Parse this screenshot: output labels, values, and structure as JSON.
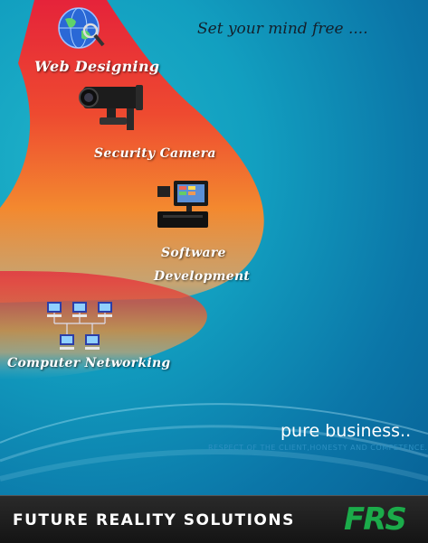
{
  "tagline": "Set your mind free ....",
  "services": [
    {
      "label": "Web Designing",
      "icon": "globe-icon"
    },
    {
      "label": "Security Camera",
      "icon": "cctv-camera-icon"
    },
    {
      "label": "Software",
      "icon": "pos-terminal-icon"
    },
    {
      "label": "Development"
    },
    {
      "label": "Computer Networking",
      "icon": "network-computers-icon"
    }
  ],
  "slogan": {
    "headline": "pure business..",
    "subline": "RESPECT OF THE CLIENT,HONESTY AND COMPETENCE."
  },
  "footer": {
    "company_name": "FUTURE REALITY SOLUTIONS",
    "logo_text": "FRS"
  },
  "colors": {
    "ribbon_top": "#e5233a",
    "ribbon_mid": "#f3892f",
    "ribbon_bottom": "#c8a76e",
    "background": "#0b86b5",
    "footer": "#1e1e1e",
    "logo": "#1bab4a"
  }
}
